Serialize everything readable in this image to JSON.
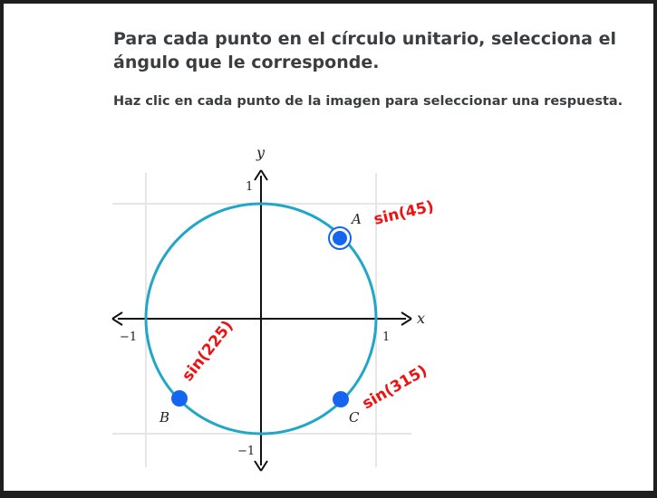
{
  "question": "Para cada punto en el círculo unitario, selecciona el ángulo que le corresponde.",
  "instruction": "Haz clic en cada punto de la imagen para seleccionar una respuesta.",
  "graph": {
    "x_axis_label": "x",
    "y_axis_label": "y",
    "tick_labels": {
      "x_neg": "−1",
      "x_pos": "1",
      "y_pos": "1",
      "y_neg": "−1"
    },
    "points": [
      {
        "label": "A",
        "selected": true
      },
      {
        "label": "B",
        "selected": false
      },
      {
        "label": "C",
        "selected": false
      }
    ],
    "annotations": [
      "sin(45)",
      "sin(225)",
      "sin(315)"
    ]
  },
  "colors": {
    "circle": "#1ea7c8",
    "point": "#1565f0",
    "annotation": "#ee1111",
    "grid": "#e6e6e6"
  }
}
